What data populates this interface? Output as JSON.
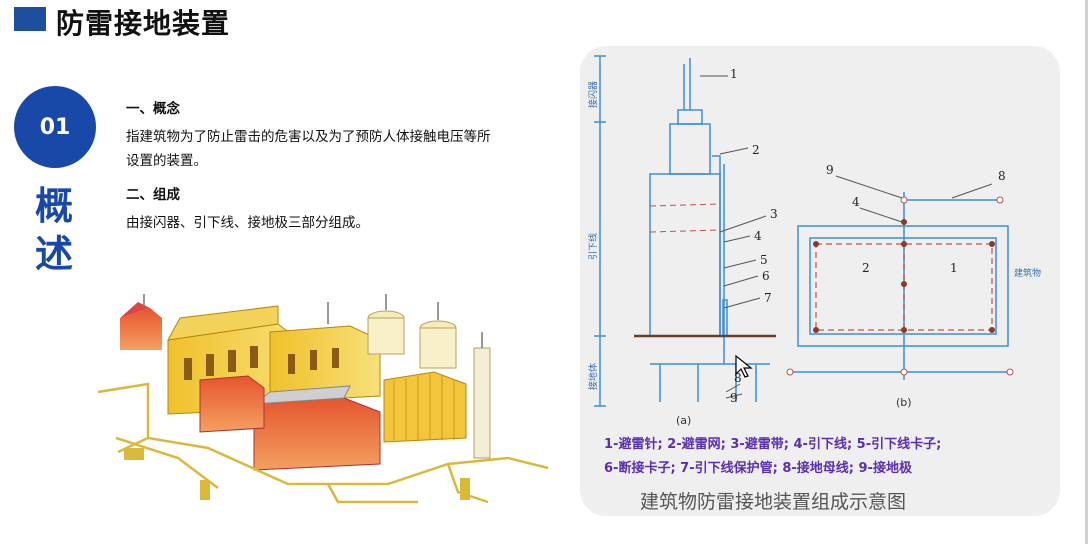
{
  "header": {
    "title": "防雷接地装置"
  },
  "section": {
    "number": "01",
    "label": "概述"
  },
  "content": {
    "heading1": "一、概念",
    "para1_line1": "指建筑物为了防止雷击的危害以及为了预防人体接触电压等所",
    "para1_line2": "设置的装置。",
    "heading2": "二、组成",
    "para2": "由接闪器、引下线、接地极三部分组成。"
  },
  "diagram": {
    "side_labels": {
      "top": "接闪器",
      "middle": "引下线",
      "bottom": "接地体"
    },
    "nums_a": [
      "1",
      "2",
      "3",
      "4",
      "5",
      "6",
      "7",
      "8",
      "9"
    ],
    "nums_b": [
      "9",
      "8",
      "4",
      "2",
      "1"
    ],
    "building_label": "建筑物",
    "caption_a": "(a)",
    "caption_b": "(b)",
    "legend_line1": "1-避雷针; 2-避雷网; 3-避雷带; 4-引下线; 5-引下线卡子;",
    "legend_line2": "6-断接卡子; 7-引下线保护管; 8-接地母线; 9-接地极",
    "title": "建筑物防雷接地装置组成示意图"
  },
  "colors": {
    "accent": "#1849a8",
    "title_bar": "#1d4f9e",
    "diagram_blue": "#3a8fd6",
    "legend_purple": "#5a2fb0",
    "dashed_red": "#c0504d"
  }
}
